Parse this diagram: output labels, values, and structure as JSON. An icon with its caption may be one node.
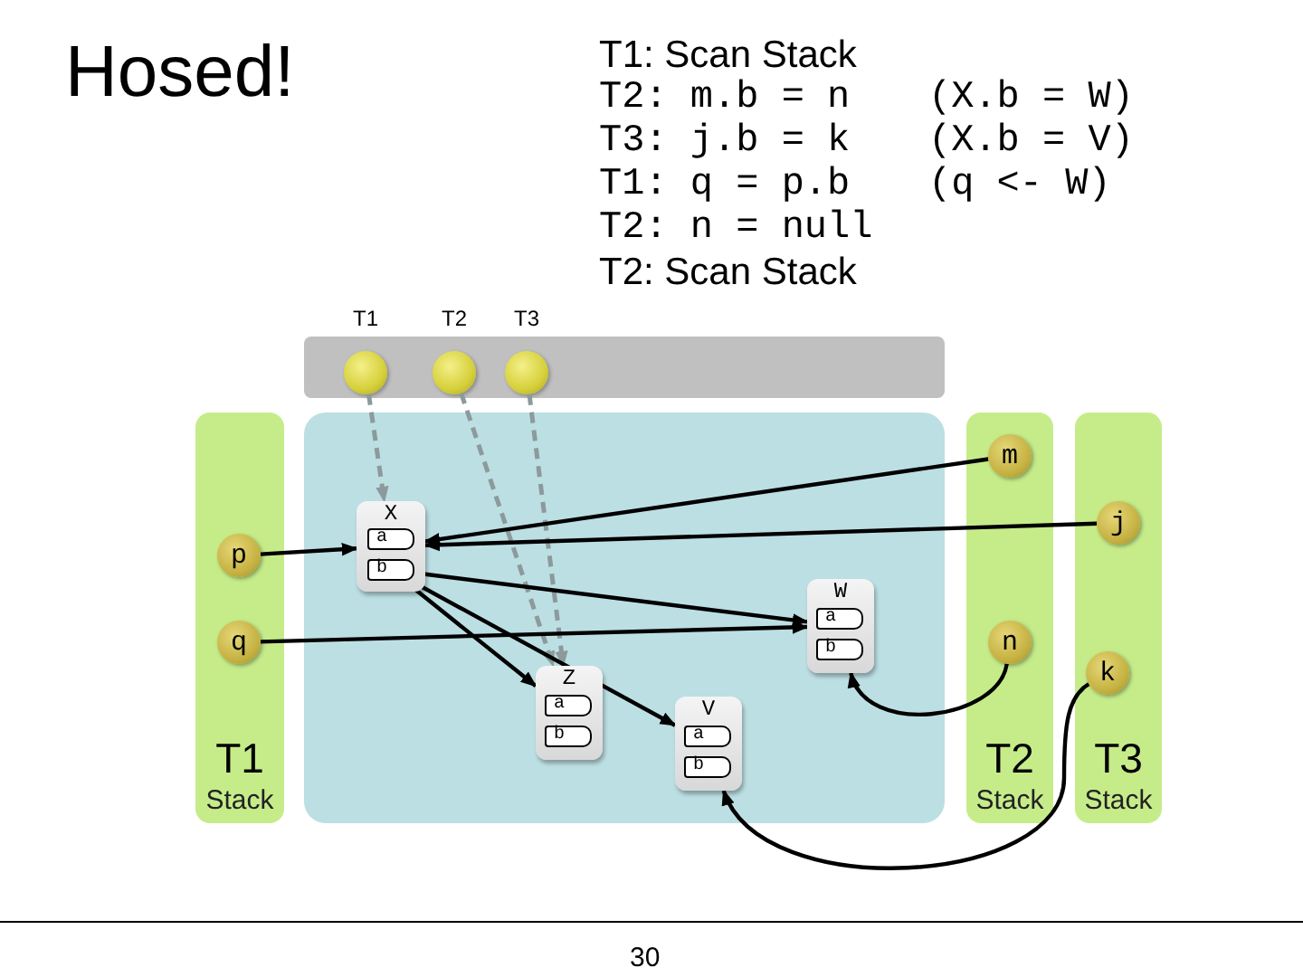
{
  "diagram": {
    "title": "Hosed!",
    "nodes": [
      {
        "text": [
          "T1"
        ]
      },
      {
        "text": [
          "T2"
        ]
      },
      {
        "text": [
          "T3"
        ]
      },
      {
        "text": [
          "T1",
          "Stack"
        ]
      },
      {
        "text": [
          "p"
        ],
        "in": 3
      },
      {
        "text": [
          "q"
        ],
        "in": 3
      },
      {
        "text": [],
        "shape": "box"
      },
      {
        "text": [
          "X"
        ],
        "in": 6
      },
      {
        "text": [
          "a"
        ],
        "in": 7
      },
      {
        "text": [
          "b"
        ],
        "in": 7
      },
      {
        "text": [
          "W"
        ],
        "in": 6
      },
      {
        "text": [
          "a"
        ],
        "in": 10
      },
      {
        "text": [
          "b"
        ],
        "in": 10
      },
      {
        "text": [
          "Z"
        ],
        "in": 6
      },
      {
        "text": [
          "a"
        ],
        "in": 13
      },
      {
        "text": [
          "b"
        ],
        "in": 13
      },
      {
        "text": [
          "V"
        ],
        "in": 6
      },
      {
        "text": [
          "a"
        ],
        "in": 16
      },
      {
        "text": [
          "b"
        ],
        "in": 16
      },
      {
        "text": [
          "T2",
          "Stack"
        ]
      },
      {
        "text": [
          "m"
        ],
        "in": 19
      },
      {
        "text": [
          "n"
        ],
        "in": 19
      },
      {
        "text": [
          "T3",
          "Stack"
        ]
      },
      {
        "text": [
          "j"
        ],
        "in": 22
      },
      {
        "text": [
          "k"
        ],
        "in": 22
      }
    ],
    "edges": [
      {
        "from": 0,
        "to": 7,
        "arrow": "to",
        "style": "dashed",
        "color": "#8c9a9c"
      },
      {
        "from": 1,
        "to": 13,
        "arrow": "to",
        "style": "dashed",
        "color": "#8c9a9c"
      },
      {
        "from": 2,
        "to": 13,
        "arrow": "to",
        "style": "dashed",
        "color": "#8c9a9c"
      },
      {
        "from": 4,
        "to": 7,
        "arrow": "to"
      },
      {
        "from": 20,
        "to": 7,
        "arrow": "to"
      },
      {
        "from": 23,
        "to": 7,
        "arrow": "to"
      },
      {
        "from": 9,
        "to": 10,
        "arrow": "to"
      },
      {
        "from": 5,
        "to": 10,
        "arrow": "to"
      },
      {
        "from": 9,
        "to": 13,
        "arrow": "to"
      },
      {
        "from": 9,
        "to": 16,
        "arrow": "to"
      },
      {
        "from": 21,
        "to": 10,
        "arrow": "to"
      },
      {
        "from": 24,
        "to": 16,
        "arrow": "to"
      }
    ],
    "labels": [
      "T1: Scan Stack",
      "T2: m.b = n",
      "(X.b = W)",
      "T3: j.b = k",
      "(X.b = V)",
      "T1: q = p.b",
      "(q <- W)",
      "T2: n = null",
      "T2: Scan Stack",
      "30"
    ]
  }
}
